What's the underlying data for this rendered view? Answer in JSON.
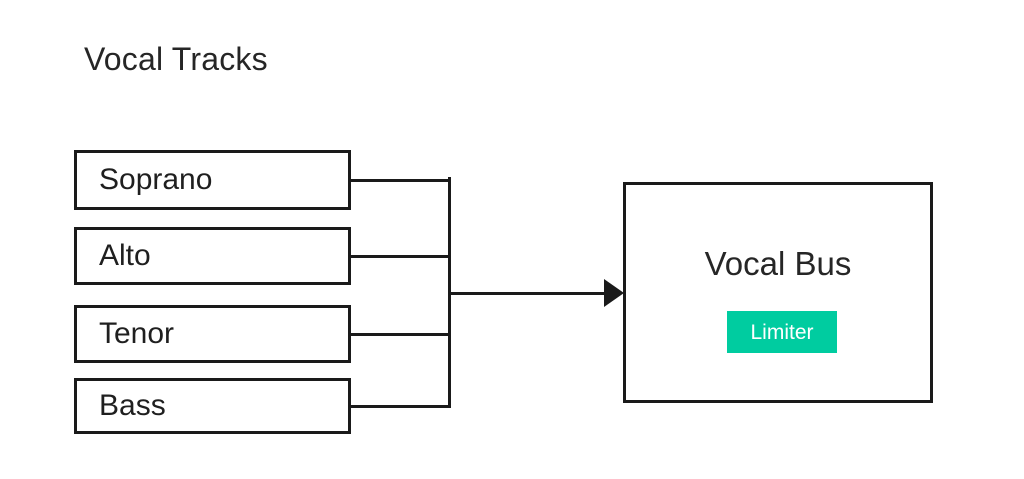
{
  "title": "Vocal Tracks",
  "tracks": [
    {
      "label": "Soprano"
    },
    {
      "label": "Alto"
    },
    {
      "label": "Tenor"
    },
    {
      "label": "Bass"
    }
  ],
  "bus": {
    "title": "Vocal Bus",
    "plugin": "Limiter"
  },
  "colors": {
    "background": "#ffffff",
    "stroke": "#1a1a1a",
    "text": "#1f1f1f",
    "accent": "#00CCA0",
    "accent_text": "#ffffff"
  },
  "connector": {
    "type": "bus-merge",
    "arrow": "arrow-right-icon"
  }
}
